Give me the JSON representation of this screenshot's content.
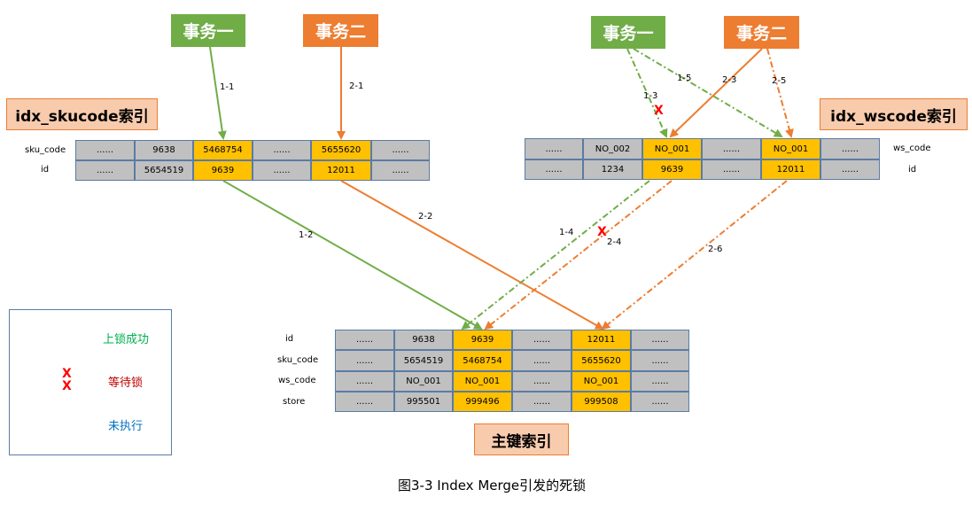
{
  "transactions": {
    "tx1_left": "事务一",
    "tx2_left": "事务二",
    "tx1_right": "事务一",
    "tx2_right": "事务二"
  },
  "indexes": {
    "sku": {
      "title": "idx_skucode索引",
      "row_labels": [
        "sku_code",
        "id"
      ],
      "rows": [
        [
          "......",
          "9638",
          "5468754",
          "......",
          "5655620",
          "......"
        ],
        [
          "......",
          "5654519",
          "9639",
          "......",
          "12011",
          "......"
        ]
      ]
    },
    "ws": {
      "title": "idx_wscode索引",
      "row_labels": [
        "ws_code",
        "id"
      ],
      "rows": [
        [
          "......",
          "NO_002",
          "NO_001",
          "......",
          "NO_001",
          "......"
        ],
        [
          "......",
          "1234",
          "9639",
          "......",
          "12011",
          "......"
        ]
      ]
    },
    "primary": {
      "title": "主键索引",
      "row_labels": [
        "id",
        "sku_code",
        "ws_code",
        "store"
      ],
      "rows": [
        [
          "......",
          "9638",
          "9639",
          "......",
          "12011",
          "......"
        ],
        [
          "......",
          "5654519",
          "5468754",
          "......",
          "5655620",
          "......"
        ],
        [
          "......",
          "NO_001",
          "NO_001",
          "......",
          "NO_001",
          "......"
        ],
        [
          "......",
          "995501",
          "999496",
          "......",
          "999508",
          "......"
        ]
      ]
    }
  },
  "edges": {
    "e1_1": "1-1",
    "e2_1": "2-1",
    "e1_2": "1-2",
    "e2_2": "2-2",
    "e1_3": "1-3",
    "e1_4": "1-4",
    "e1_5": "1-5",
    "e2_3": "2-3",
    "e2_4": "2-4",
    "e2_5": "2-5",
    "e2_6": "2-6",
    "x_mark": "X"
  },
  "legend": {
    "locked": "上锁成功",
    "waiting": "等待锁",
    "pending": "未执行",
    "x_mark": "X"
  },
  "caption": "图3-3 Index Merge引发的死锁",
  "colors": {
    "green": "#70ad47",
    "orange": "#ed7d31",
    "cell_gray": "#c0c0c0",
    "cell_highlight": "#ffc000",
    "label_bg": "#f8cbad",
    "x_red": "#ff0000",
    "legend_locked_text": "#00b050",
    "legend_wait_text": "#c00000",
    "legend_pending_text": "#0070c0"
  }
}
